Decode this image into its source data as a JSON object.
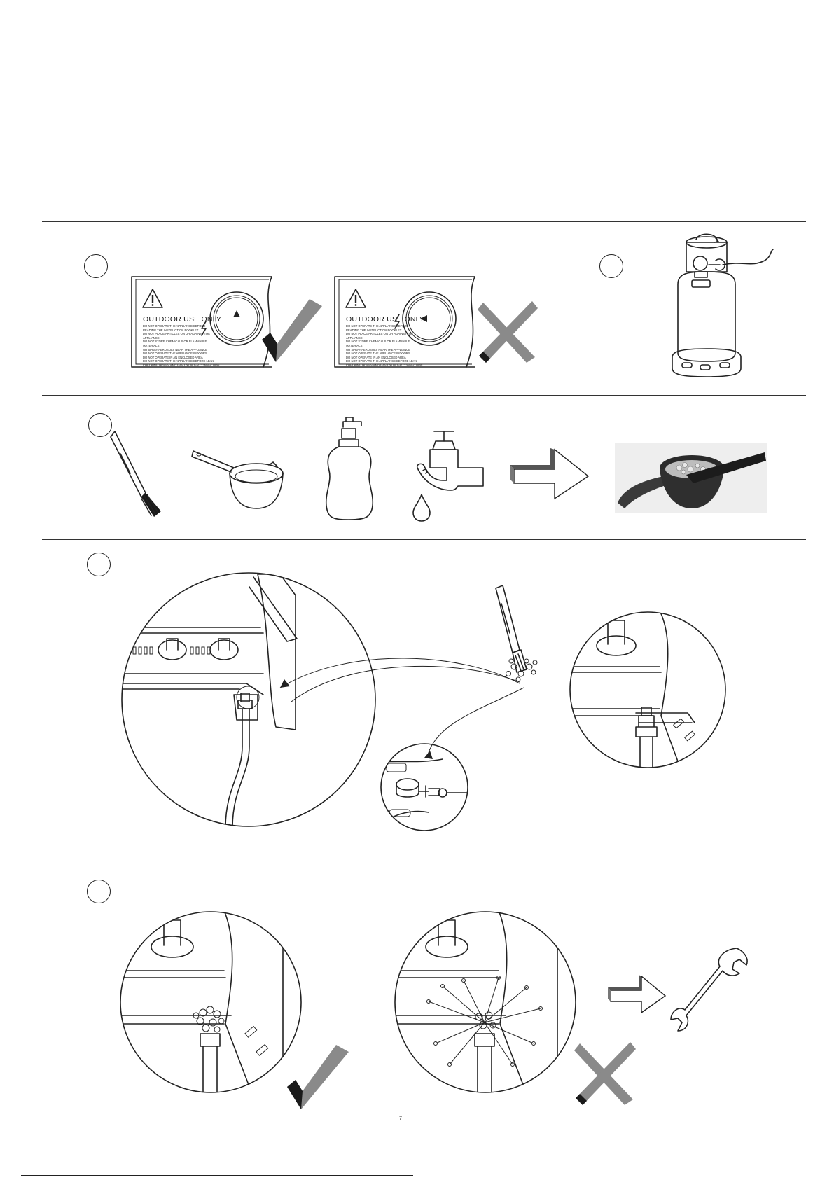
{
  "panel_label": {
    "heading": "OUTDOOR USE ONLY",
    "lines": [
      "DO NOT OPERATE THE APPLIANCE BEFORE",
      "READING THE INSTRUCTION BOOKLET",
      "DO NOT PLACE ARTICLES ON OR AGAINST THE",
      "APPLIANCE",
      "DO NOT STORE CHEMICALS OR FLAMMABLE MATERIALS",
      "OR SPRAY AEROSOLS NEAR THE APPLIANCE",
      "DO NOT OPERATE THE APPLIANCE INDOORS",
      "DO NOT OPERATE IN AN ENCLOSED AREA",
      "DO NOT OPERATE THE APPLIANCE BEFORE LEAK",
      "CHECKING HOSES AND GAS CYLINDER CONNECTION"
    ]
  },
  "page_number": "7",
  "colors": {
    "ink": "#222222",
    "mark_gray": "#8a8a8a",
    "mark_dark": "#1a1a1a"
  },
  "icons": [
    "check-mark-icon",
    "cross-mark-icon",
    "arrow-right-icon",
    "wrench-icon",
    "gas-cylinder-icon",
    "brush-icon",
    "bowl-icon",
    "soap-bottle-icon",
    "water-tap-icon"
  ]
}
